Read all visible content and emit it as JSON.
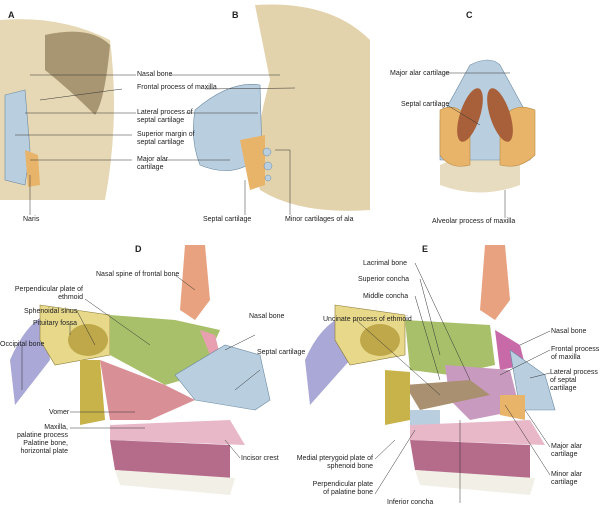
{
  "panels": {
    "A": {
      "letter": "A",
      "labels": {
        "naris": "Naris"
      }
    },
    "B": {
      "letter": "B",
      "labels": {
        "septal_cartilage": "Septal cartilage",
        "minor_cartilages": "Minor cartilages of ala"
      }
    },
    "AB_shared": {
      "nasal_bone": "Nasal bone",
      "frontal_process": "Frontal process of maxilla",
      "lateral_process_1": "Lateral process of",
      "lateral_process_2": "septal cartilage",
      "superior_margin_1": "Superior margin of",
      "superior_margin_2": "septal cartilage",
      "major_alar_1": "Major alar",
      "major_alar_2": "cartilage"
    },
    "C": {
      "letter": "C",
      "labels": {
        "major_alar": "Major alar cartilage",
        "septal": "Septal cartilage",
        "alveolar": "Alveolar process of maxilla"
      }
    },
    "D": {
      "letter": "D",
      "labels": {
        "nasal_spine": "Nasal spine of frontal bone",
        "perp_plate_1": "Perpendicular plate of",
        "perp_plate_2": "ethmoid",
        "sphenoidal_sinus": "Sphenoidal sinus",
        "pituitary_fossa": "Pituitary fossa",
        "occipital_bone": "Occipital bone",
        "nasal_bone": "Nasal bone",
        "septal_cartilage": "Septal cartilage",
        "vomer": "Vomer",
        "maxilla_1": "Maxilla,",
        "maxilla_2": "palatine process",
        "palatine_1": "Palatine bone,",
        "palatine_2": "horizontal plate",
        "incisor_crest": "Incisor crest"
      }
    },
    "E": {
      "letter": "E",
      "labels": {
        "lacrimal": "Lacrimal bone",
        "superior_concha": "Superior concha",
        "middle_concha": "Middle concha",
        "uncinate": "Uncinate process of ethmoid",
        "nasal_bone": "Nasal bone",
        "frontal_process_1": "Frontal process",
        "frontal_process_2": "of maxilla",
        "lateral_process_1": "Lateral process",
        "lateral_process_2": "of septal",
        "lateral_process_3": "cartilage",
        "major_alar_1": "Major alar",
        "major_alar_2": "cartilage",
        "minor_alar_1": "Minor alar",
        "minor_alar_2": "cartilage",
        "medial_pterygoid_1": "Medial pterygoid plate of",
        "medial_pterygoid_2": "sphenoid bone",
        "perp_palatine_1": "Perpendicular plate",
        "perp_palatine_2": "of palatine bone",
        "inferior_concha": "Inferior concha"
      }
    }
  },
  "colors": {
    "bone": "#d9c9a3",
    "cartilage_blue": "#b9cfe0",
    "alar_orange": "#e8b46a",
    "ethmoid_green": "#a8c06a",
    "vomer_pink": "#d98f96",
    "frontal_salmon": "#e9a27f",
    "sphenoid_yellow": "#e8d98a",
    "occipital_purple": "#a9a8d6",
    "palate_pink": "#e8b8c8",
    "gum_magenta": "#b56b8a",
    "concha_brown": "#a89070",
    "maxilla_mauve": "#c99ac0"
  }
}
